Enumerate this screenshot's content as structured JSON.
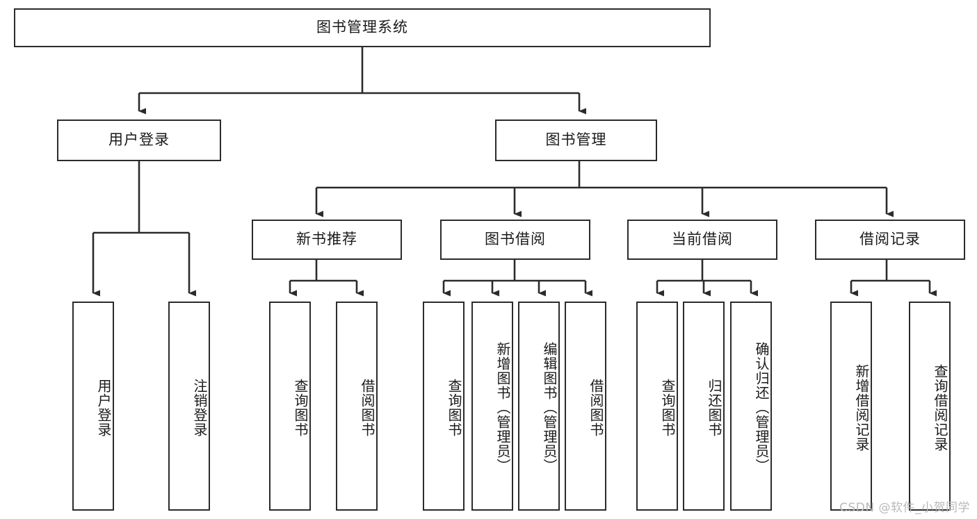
{
  "diagram": {
    "title": "图书管理系统",
    "watermark": "CSDN @软件_小贺同学",
    "line_color": "#2b2b2b",
    "box_fill": "#ffffff",
    "text_color": "#1a1a1a",
    "root": {
      "label": "图书管理系统"
    },
    "level2": [
      {
        "label": "用户登录"
      },
      {
        "label": "图书管理"
      }
    ],
    "level3": [
      {
        "label": "新书推荐"
      },
      {
        "label": "图书借阅"
      },
      {
        "label": "当前借阅"
      },
      {
        "label": "借阅记录"
      }
    ],
    "leaves": {
      "user_login": [
        {
          "label": "用户登录"
        },
        {
          "label": "注销登录"
        }
      ],
      "new_book_recommend": [
        {
          "label": "查询图书"
        },
        {
          "label": "借阅图书"
        }
      ],
      "book_borrow": [
        {
          "label": "查询图书"
        },
        {
          "label": "新增图书（管理员）"
        },
        {
          "label": "编辑图书（管理员）"
        },
        {
          "label": "借阅图书"
        }
      ],
      "current_borrow": [
        {
          "label": "查询图书"
        },
        {
          "label": "归还图书"
        },
        {
          "label": "确认归还（管理员）"
        }
      ],
      "borrow_record": [
        {
          "label": "新增借阅记录"
        },
        {
          "label": "查询借阅记录"
        }
      ]
    }
  }
}
